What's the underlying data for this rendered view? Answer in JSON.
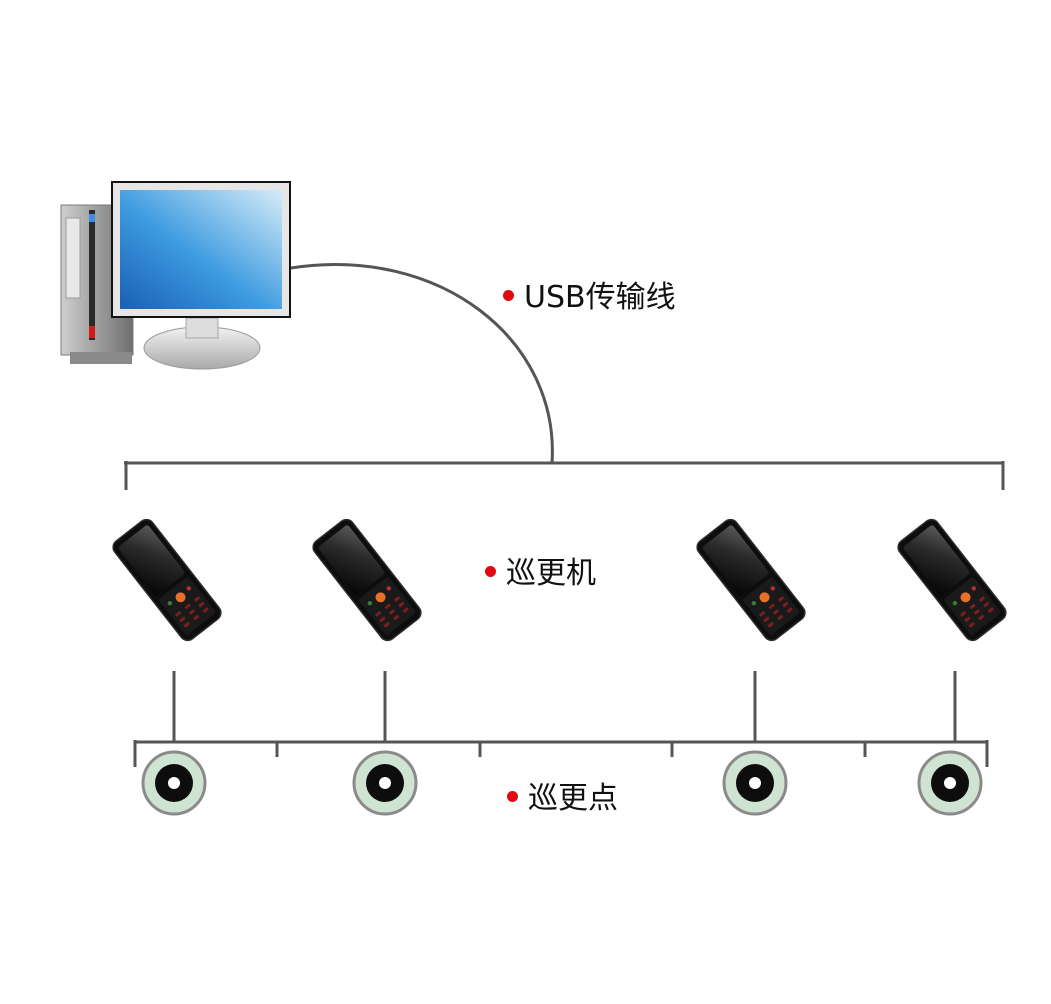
{
  "labels": {
    "cable": "USB传输线",
    "handheld": "巡更机",
    "checkpoint": "巡更点"
  },
  "colors": {
    "line": "#555555",
    "bullet": "#e30613",
    "checkpoint_ring": "#cfe3d2",
    "device_body": "#111111"
  },
  "devices": {
    "computer": "desktop-computer-icon",
    "handheld": "patrol-handheld-icon",
    "checkpoint": "patrol-checkpoint-icon"
  }
}
